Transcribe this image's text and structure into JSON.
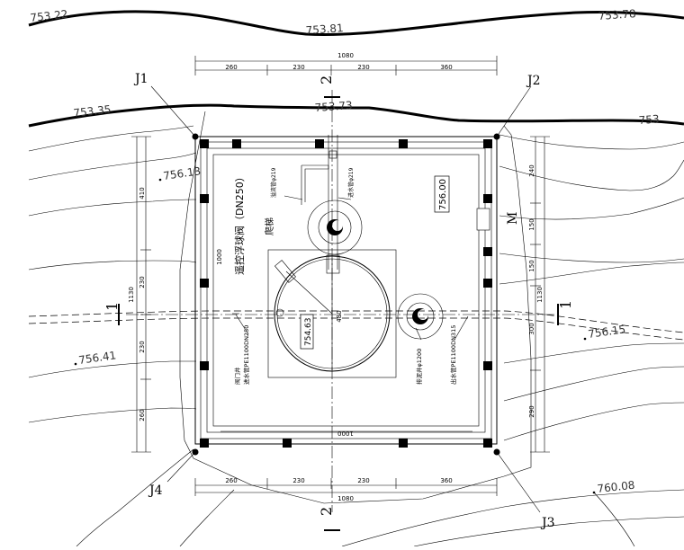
{
  "elevations": {
    "e1": "753.22",
    "e2": "753.81",
    "e3": "753.78",
    "e4": "753.35",
    "e5": "753.73",
    "e6": "753",
    "e7": "756.13",
    "e8": "756.41",
    "e9": "756.15",
    "e10": "760.08"
  },
  "corners": {
    "j1": "J1",
    "j2": "J2",
    "j3": "J3",
    "j4": "J4"
  },
  "sections": {
    "s1": "1",
    "s2": "2"
  },
  "dims": {
    "total": "1080",
    "top": [
      "260",
      "230",
      "230",
      "360"
    ],
    "left": [
      "410",
      "230",
      "230",
      "260"
    ],
    "left_total": "1130",
    "right": [
      "240",
      "150",
      "150",
      "300",
      "290"
    ],
    "right_total": "1130",
    "inner_h": "1000",
    "inner_v": "480",
    "bottom_inner": "1000"
  },
  "labels": {
    "valve": "遥控浮球阀（DN250）",
    "ladder": "爬梯",
    "tank_elev": "754.63",
    "pad_elev": "756.00",
    "door": "M",
    "pipe_top1": "溢流管φ219",
    "pipe_top2": "进水管φ219",
    "inlet_pipe": "进水管PE1100DN250",
    "valve_well": "阀门井",
    "drain_pipe": "排泥井φ1200",
    "outlet_pipe": "出水管PE1100DN315"
  }
}
